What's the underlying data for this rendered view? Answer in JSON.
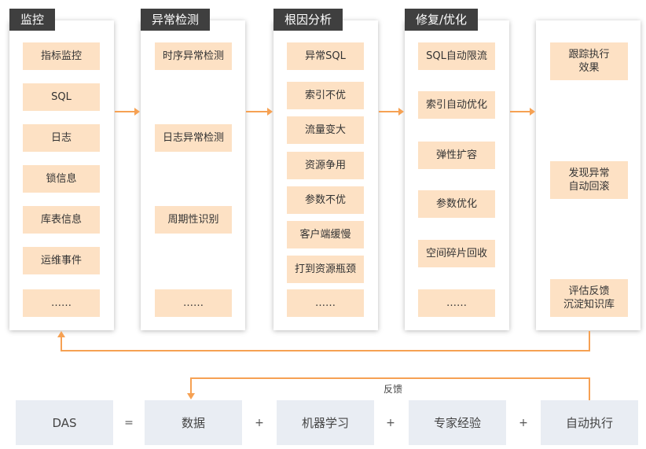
{
  "columns": [
    {
      "title": "监控",
      "items": [
        "指标监控",
        "SQL",
        "日志",
        "锁信息",
        "库表信息",
        "运维事件",
        "……"
      ]
    },
    {
      "title": "异常检测",
      "items": [
        "时序异常检测",
        "日志异常检测",
        "周期性识别",
        "……"
      ]
    },
    {
      "title": "根因分析",
      "items": [
        "异常SQL",
        "索引不优",
        "流量变大",
        "资源争用",
        "参数不优",
        "客户端缓慢",
        "打到资源瓶颈",
        "……"
      ]
    },
    {
      "title": "修复/优化",
      "items": [
        "SQL自动限流",
        "索引自动优化",
        "弹性扩容",
        "参数优化",
        "空间碎片回收",
        "……"
      ]
    },
    {
      "title": "",
      "items": [
        "跟踪执行\n效果",
        "发现异常\n自动回滚",
        "评估反馈\n沉淀知识库"
      ]
    }
  ],
  "bottom": {
    "feedback_label": "反馈",
    "equation": [
      "DAS",
      "=",
      "数据",
      "+",
      "机器学习",
      "+",
      "专家经验",
      "+",
      "自动执行"
    ]
  },
  "colors": {
    "accent": "#f6a153",
    "box_fill": "#fde1c4",
    "tag_bg": "#3f3f3f",
    "bottom_fill": "#e9edf3"
  }
}
